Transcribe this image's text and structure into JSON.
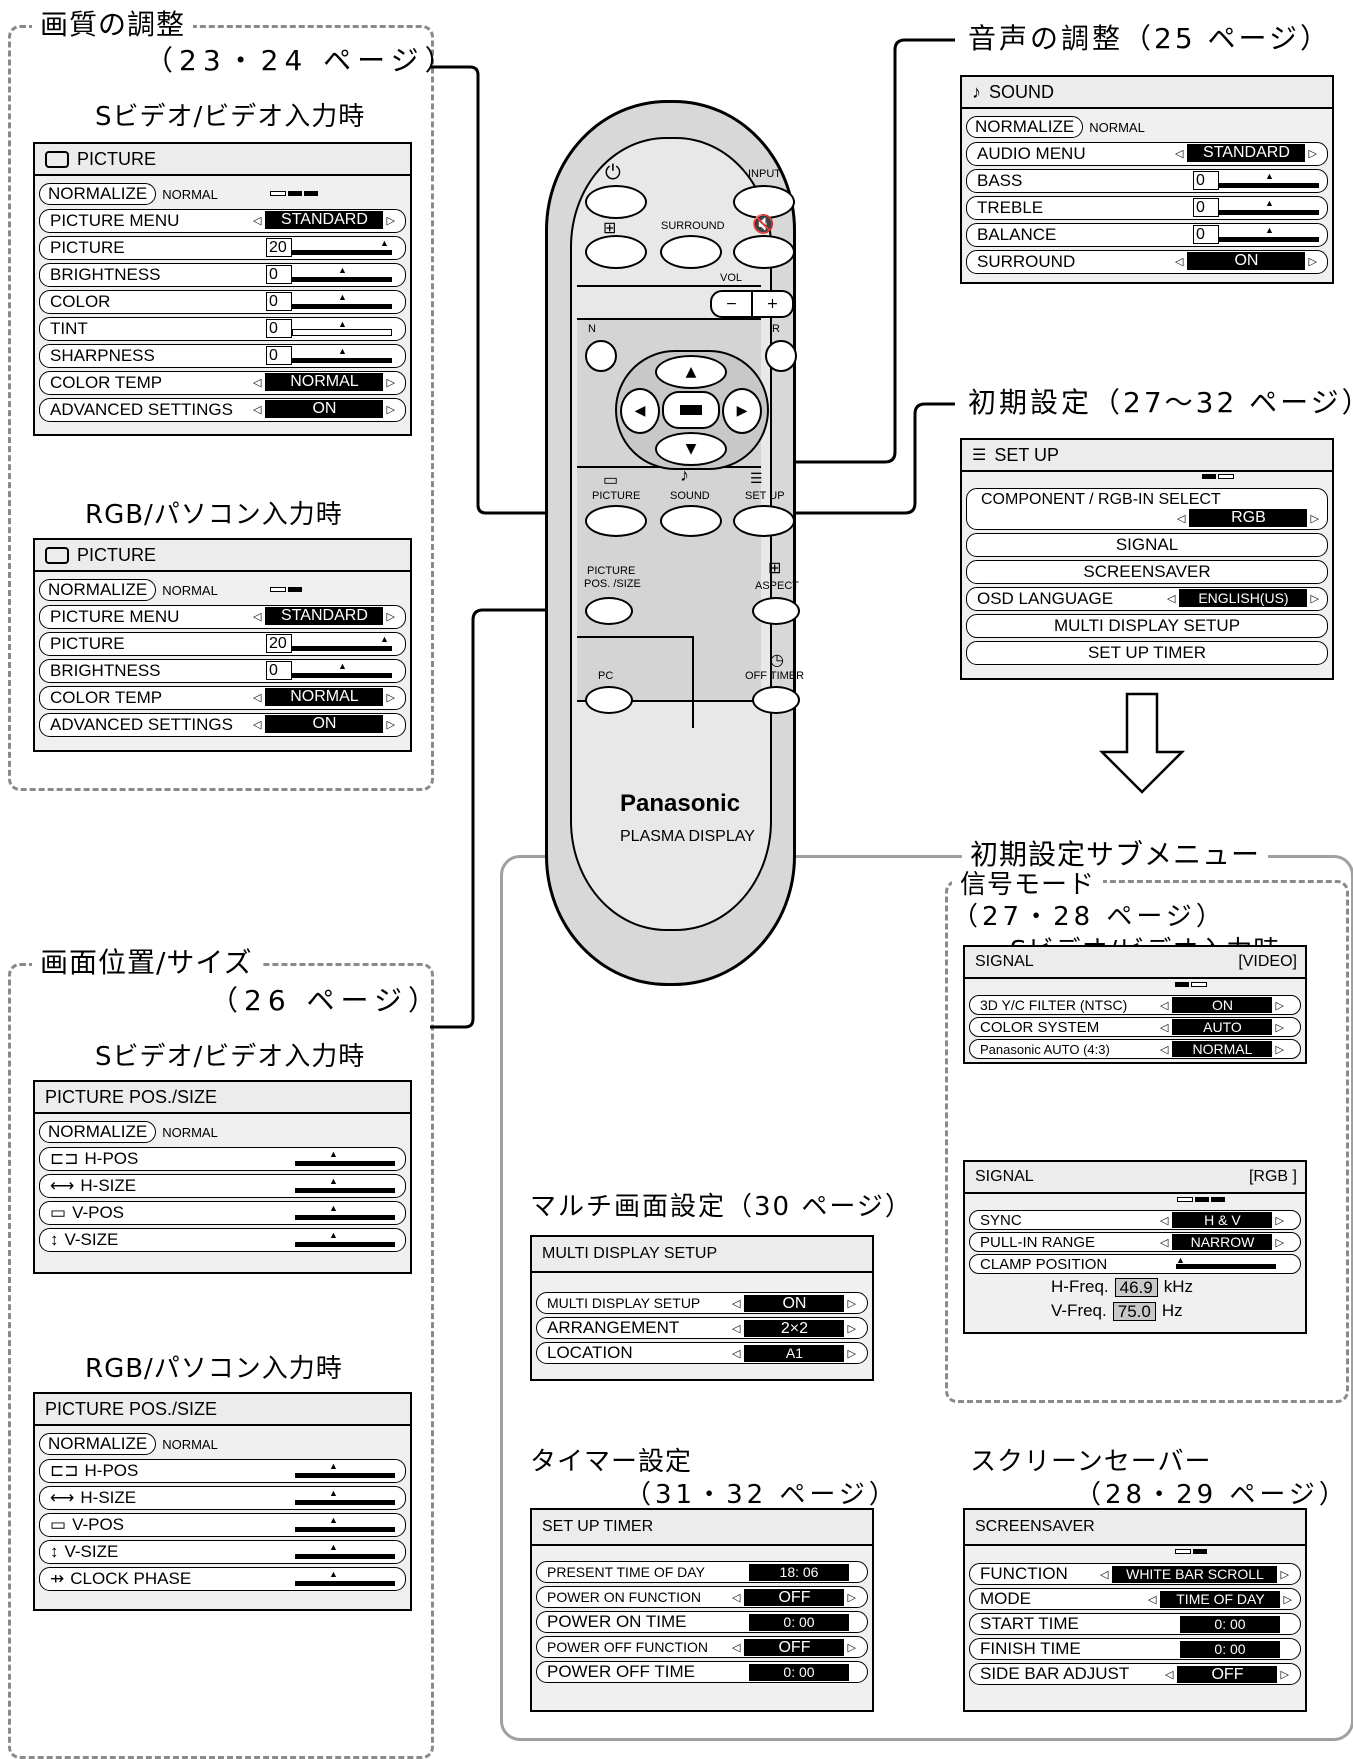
{
  "section_titles": {
    "picture_adjust": "画質の調整",
    "picture_adjust_pages": "（23・24 ページ）",
    "sound_adjust": "音声の調整（25 ページ）",
    "setup": "初期設定（27～32 ページ）",
    "pos_size": "画面位置/サイズ",
    "pos_size_pages": "（26 ページ）",
    "setup_submenu": "初期設定サブメニュー",
    "signal_mode": "信号モード",
    "signal_mode_pages": "（27・28 ページ）",
    "multi_display": "マルチ画面設定（30 ページ）",
    "timer": "タイマー設定",
    "timer_pages": "（31・32 ページ）",
    "screensaver": "スクリーンセーバー",
    "screensaver_pages": "（28・29 ページ）",
    "svideo_input": "Sビデオ/ビデオ入力時",
    "rgb_input": "RGB/パソコン入力時"
  },
  "remote": {
    "power": "⏻",
    "input": "INPUT",
    "surround": "SURROUND",
    "vol": "VOL",
    "minus": "−",
    "plus": "+",
    "n": "N",
    "r": "R",
    "picture": "PICTURE",
    "sound": "SOUND",
    "setup": "SET UP",
    "pos_size_1": "PICTURE",
    "pos_size_2": "POS. /SIZE",
    "aspect": "ASPECT",
    "pc": "PC",
    "off_timer": "OFF TIMER",
    "brand": "Panasonic",
    "model": "PLASMA DISPLAY"
  },
  "picture_svideo": {
    "title": "PICTURE",
    "normalize": "NORMALIZE",
    "normal": "NORMAL",
    "rows": [
      "PICTURE MENU",
      "PICTURE",
      "BRIGHTNESS",
      "COLOR",
      "TINT",
      "SHARPNESS",
      "COLOR TEMP",
      "ADVANCED SETTINGS"
    ],
    "values": {
      "menu": "STANDARD",
      "picture": "20",
      "brightness": "0",
      "color": "0",
      "tint": "0",
      "sharpness": "0",
      "color_temp": "NORMAL",
      "advanced": "ON"
    }
  },
  "picture_rgb": {
    "title": "PICTURE",
    "normalize": "NORMALIZE",
    "normal": "NORMAL",
    "rows": [
      "PICTURE MENU",
      "PICTURE",
      "BRIGHTNESS",
      "COLOR TEMP",
      "ADVANCED SETTINGS"
    ],
    "values": {
      "menu": "STANDARD",
      "picture": "20",
      "brightness": "0",
      "color_temp": "NORMAL",
      "advanced": "ON"
    }
  },
  "sound": {
    "title": "SOUND",
    "normalize": "NORMALIZE",
    "normal": "NORMAL",
    "rows": [
      "AUDIO MENU",
      "BASS",
      "TREBLE",
      "BALANCE",
      "SURROUND"
    ],
    "values": {
      "audio_menu": "STANDARD",
      "bass": "0",
      "treble": "0",
      "balance": "0",
      "surround": "ON"
    }
  },
  "setup": {
    "title": "SET UP",
    "component_select": "COMPONENT / RGB-IN SELECT",
    "component_value": "RGB",
    "signal": "SIGNAL",
    "screensaver": "SCREENSAVER",
    "osd_language": "OSD LANGUAGE",
    "osd_value": "ENGLISH(US)",
    "multi_display": "MULTI DISPLAY SETUP",
    "setup_timer": "SET UP TIMER"
  },
  "signal_video": {
    "title": "SIGNAL",
    "mode": "[VIDEO]",
    "rows": [
      "3D Y/C FILTER (NTSC)",
      "COLOR SYSTEM",
      "Panasonic AUTO (4:3)"
    ],
    "values": [
      "ON",
      "AUTO",
      "NORMAL"
    ]
  },
  "signal_rgb": {
    "title": "SIGNAL",
    "mode": "[RGB ]",
    "rows": [
      "SYNC",
      "PULL-IN RANGE",
      "CLAMP POSITION"
    ],
    "values": [
      "H & V",
      "NARROW"
    ],
    "hfreq_label": "H-Freq.",
    "hfreq": "46.9",
    "hfreq_unit": "kHz",
    "vfreq_label": "V-Freq.",
    "vfreq": "75.0",
    "vfreq_unit": "Hz"
  },
  "pos_svideo": {
    "title": "PICTURE POS./SIZE",
    "normalize": "NORMALIZE",
    "normal": "NORMAL",
    "rows": [
      "H-POS",
      "H-SIZE",
      "V-POS",
      "V-SIZE"
    ]
  },
  "pos_rgb": {
    "title": "PICTURE POS./SIZE",
    "normalize": "NORMALIZE",
    "normal": "NORMAL",
    "rows": [
      "H-POS",
      "H-SIZE",
      "V-POS",
      "V-SIZE",
      "CLOCK PHASE"
    ]
  },
  "multi": {
    "title": "MULTI DISPLAY SETUP",
    "rows": [
      "MULTI DISPLAY SETUP",
      "ARRANGEMENT",
      "LOCATION"
    ],
    "values": [
      "ON",
      "2×2",
      "A1"
    ]
  },
  "timer": {
    "title": "SET UP TIMER",
    "rows": [
      "PRESENT TIME OF DAY",
      "POWER ON FUNCTION",
      "POWER ON TIME",
      "POWER OFF FUNCTION",
      "POWER OFF TIME"
    ],
    "values": [
      "18: 06",
      "OFF",
      "0: 00",
      "OFF",
      "0: 00"
    ]
  },
  "saver": {
    "title": "SCREENSAVER",
    "rows": [
      "FUNCTION",
      "MODE",
      "START TIME",
      "FINISH TIME",
      "SIDE BAR ADJUST"
    ],
    "values": [
      "WHITE BAR SCROLL",
      "TIME OF DAY",
      "0: 00",
      "0: 00",
      "OFF"
    ]
  }
}
